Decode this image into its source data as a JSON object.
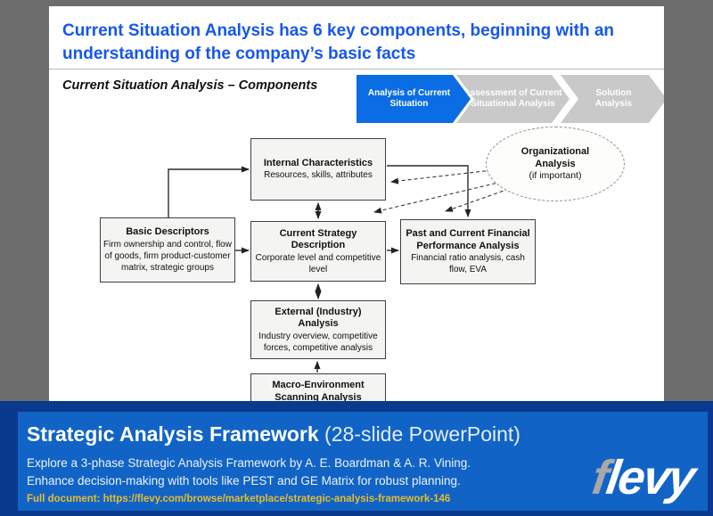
{
  "colors": {
    "frame-gray": "#6d6d6d",
    "title-blue": "#1657ec",
    "chevron-blue": "#0b6de4",
    "chevron-gray": "#c9c9c9",
    "banner-navy": "#0a3a8e",
    "banner-blue": "#1164c6",
    "link-gold": "#e6bc2e",
    "logo-gray": "#a8a8a8"
  },
  "slide": {
    "title": "Current Situation Analysis has 6 key components, beginning with an understanding of the company’s basic facts",
    "subtitle": "Current Situation Analysis – Components",
    "chevrons": [
      {
        "label": "Analysis of Current Situation",
        "active": true
      },
      {
        "label": "Assessment of Current Situational Analysis",
        "active": false
      },
      {
        "label": "Solution Analysis",
        "active": false
      }
    ],
    "boxes": {
      "internal": {
        "title": "Internal Characteristics",
        "body": "Resources, skills, attributes"
      },
      "basic": {
        "title": "Basic Descriptors",
        "body": "Firm ownership and control, flow of goods, firm product-customer matrix, strategic groups"
      },
      "strategy": {
        "title": "Current Strategy Description",
        "body": "Corporate level and competitive level"
      },
      "financial": {
        "title": "Past and Current Financial Performance Analysis",
        "body": "Financial ratio analysis, cash flow, EVA"
      },
      "external": {
        "title": "External (Industry) Analysis",
        "body": "Industry overview, competitive forces, competitive analysis"
      },
      "macro": {
        "title": "Macro-Environment Scanning Analysis",
        "body": ""
      }
    },
    "organizational": {
      "title": "Organizational Analysis",
      "body": "(if important)"
    }
  },
  "banner": {
    "title": "Strategic Analysis Framework",
    "title_suffix": " (28-slide PowerPoint)",
    "description_line1": "Explore a 3-phase Strategic Analysis Framework by A. E. Boardman & A. R. Vining.",
    "description_line2": "Enhance decision-making with tools like PEST and GE Matrix for robust planning.",
    "link": "Full document: https://flevy.com/browse/marketplace/strategic-analysis-framework-146",
    "logo_f": "f",
    "logo_rest": "levy"
  }
}
